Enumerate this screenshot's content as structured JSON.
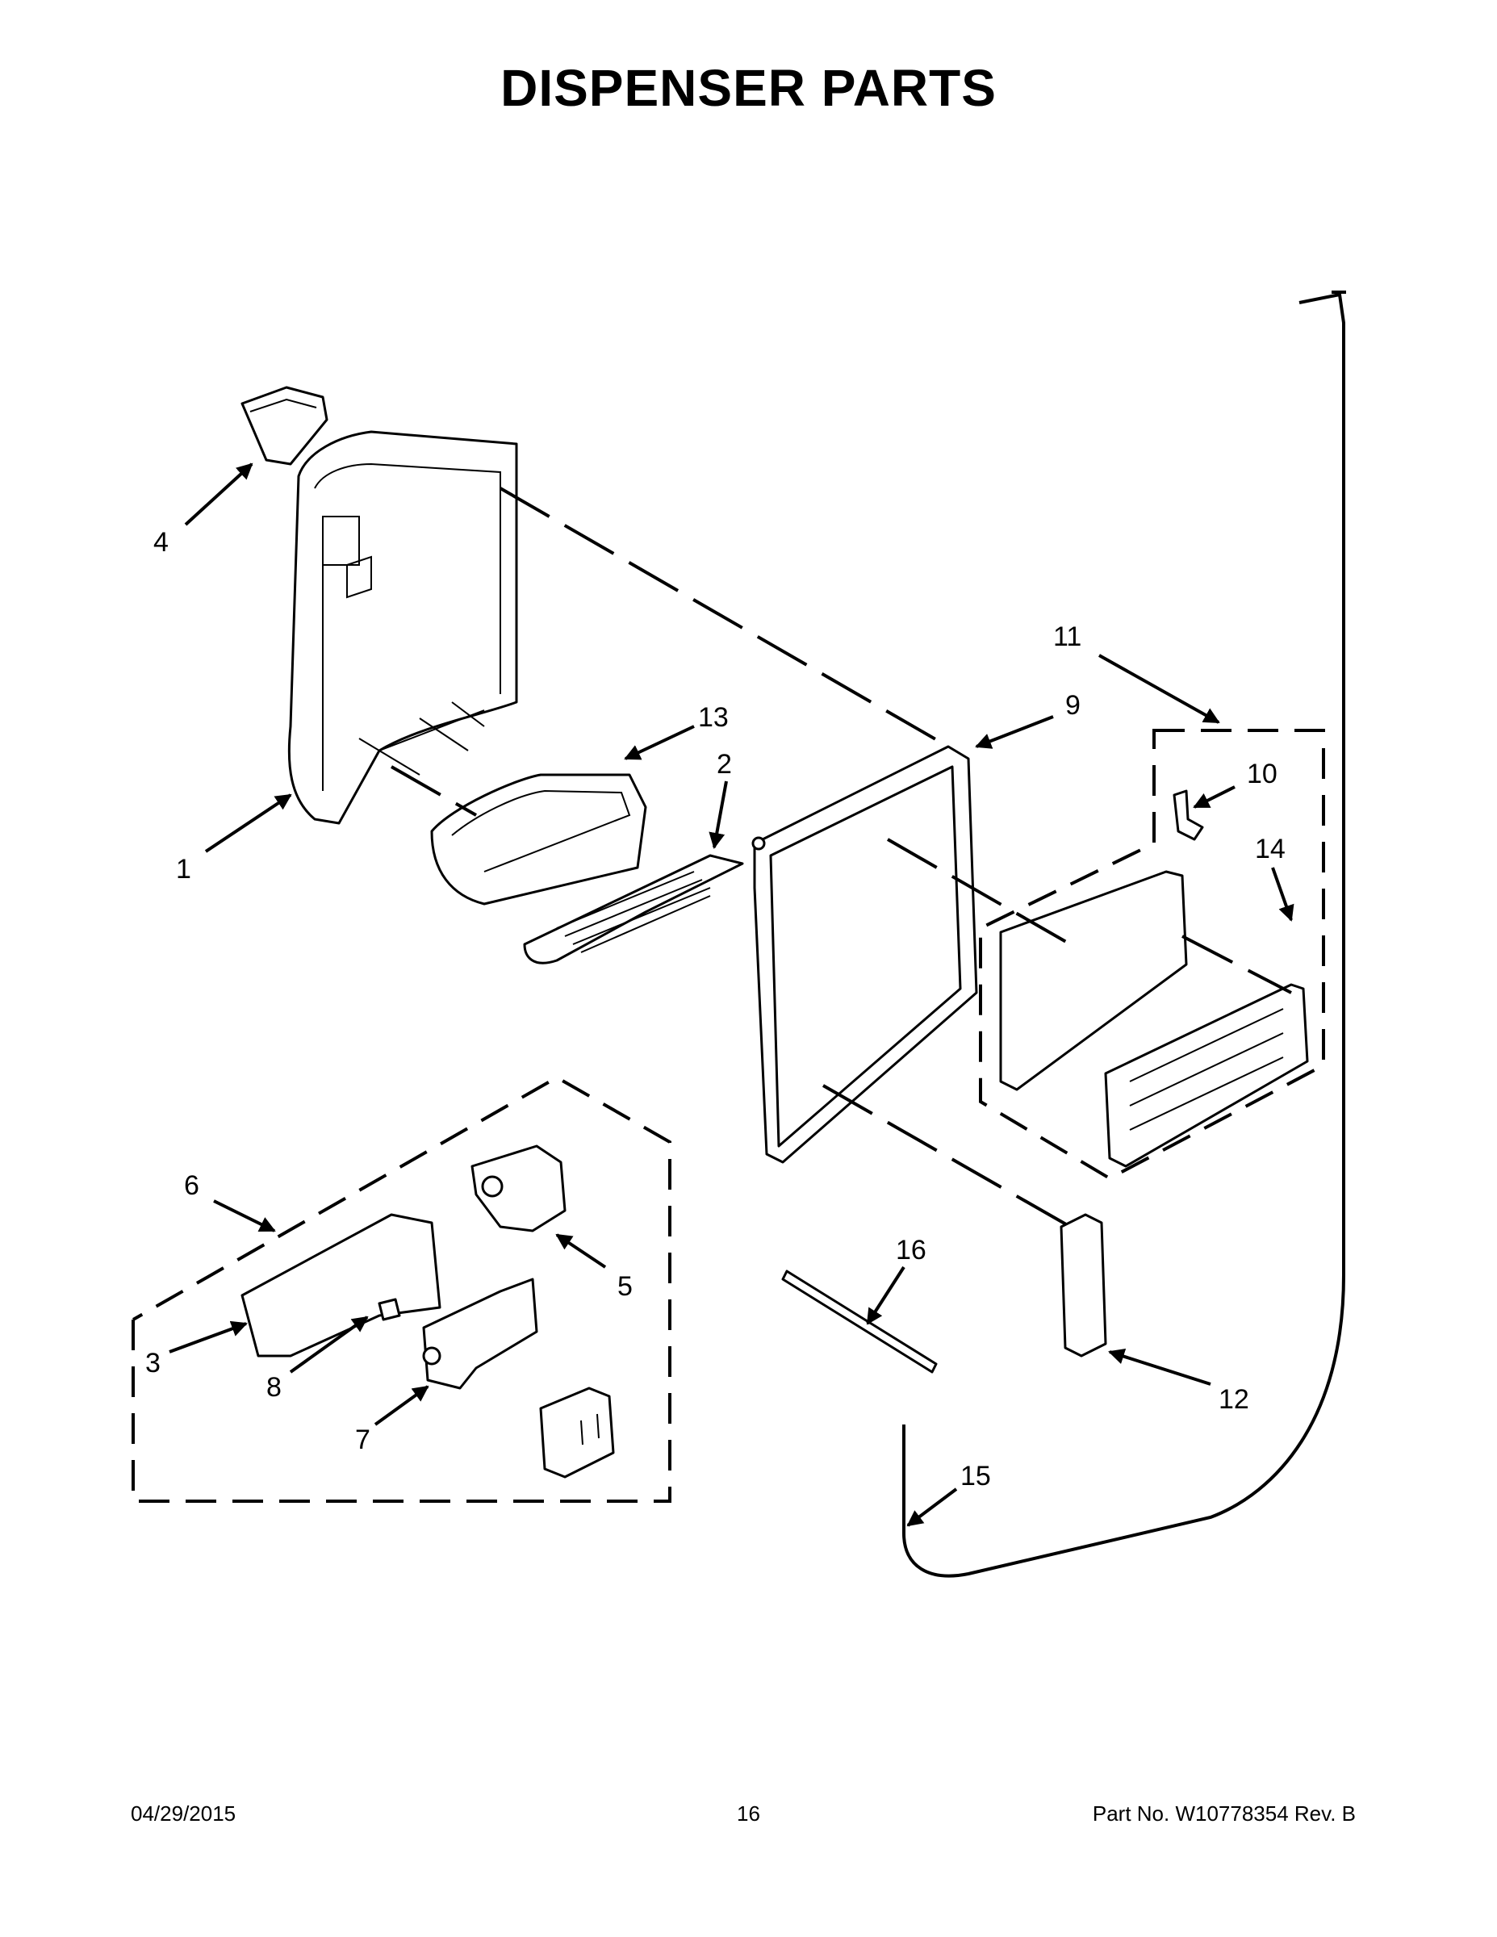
{
  "page": {
    "title": "DISPENSER PARTS",
    "footer": {
      "date": "04/29/2015",
      "page_number": "16",
      "part_number": "Part No.  W10778354   Rev.  B"
    }
  },
  "callouts": [
    {
      "id": "c1",
      "label": "1"
    },
    {
      "id": "c2",
      "label": "2"
    },
    {
      "id": "c3",
      "label": "3"
    },
    {
      "id": "c4",
      "label": "4"
    },
    {
      "id": "c5",
      "label": "5"
    },
    {
      "id": "c6",
      "label": "6"
    },
    {
      "id": "c7",
      "label": "7"
    },
    {
      "id": "c8",
      "label": "8"
    },
    {
      "id": "c9",
      "label": "9"
    },
    {
      "id": "c10",
      "label": "10"
    },
    {
      "id": "c11",
      "label": "11"
    },
    {
      "id": "c12",
      "label": "12"
    },
    {
      "id": "c13",
      "label": "13"
    },
    {
      "id": "c14",
      "label": "14"
    },
    {
      "id": "c15",
      "label": "15"
    },
    {
      "id": "c16",
      "label": "16"
    }
  ]
}
